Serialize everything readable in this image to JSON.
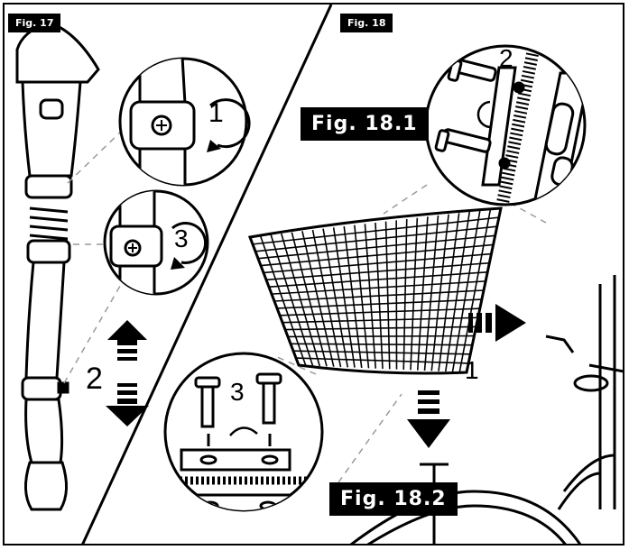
{
  "labels": {
    "fig17": "Fig. 17",
    "fig18": "Fig. 18",
    "fig18_1": "Fig. 18.1",
    "fig18_2": "Fig. 18.2"
  },
  "step_numbers": {
    "n1_zoom": "1",
    "n3_zoom": "3",
    "n2_side": "2",
    "n2_screw": "2",
    "n3_plate": "3",
    "n1_basket": "1"
  },
  "colors": {
    "ink": "#000000",
    "paper": "#ffffff",
    "gray": "#8a8a8a"
  }
}
